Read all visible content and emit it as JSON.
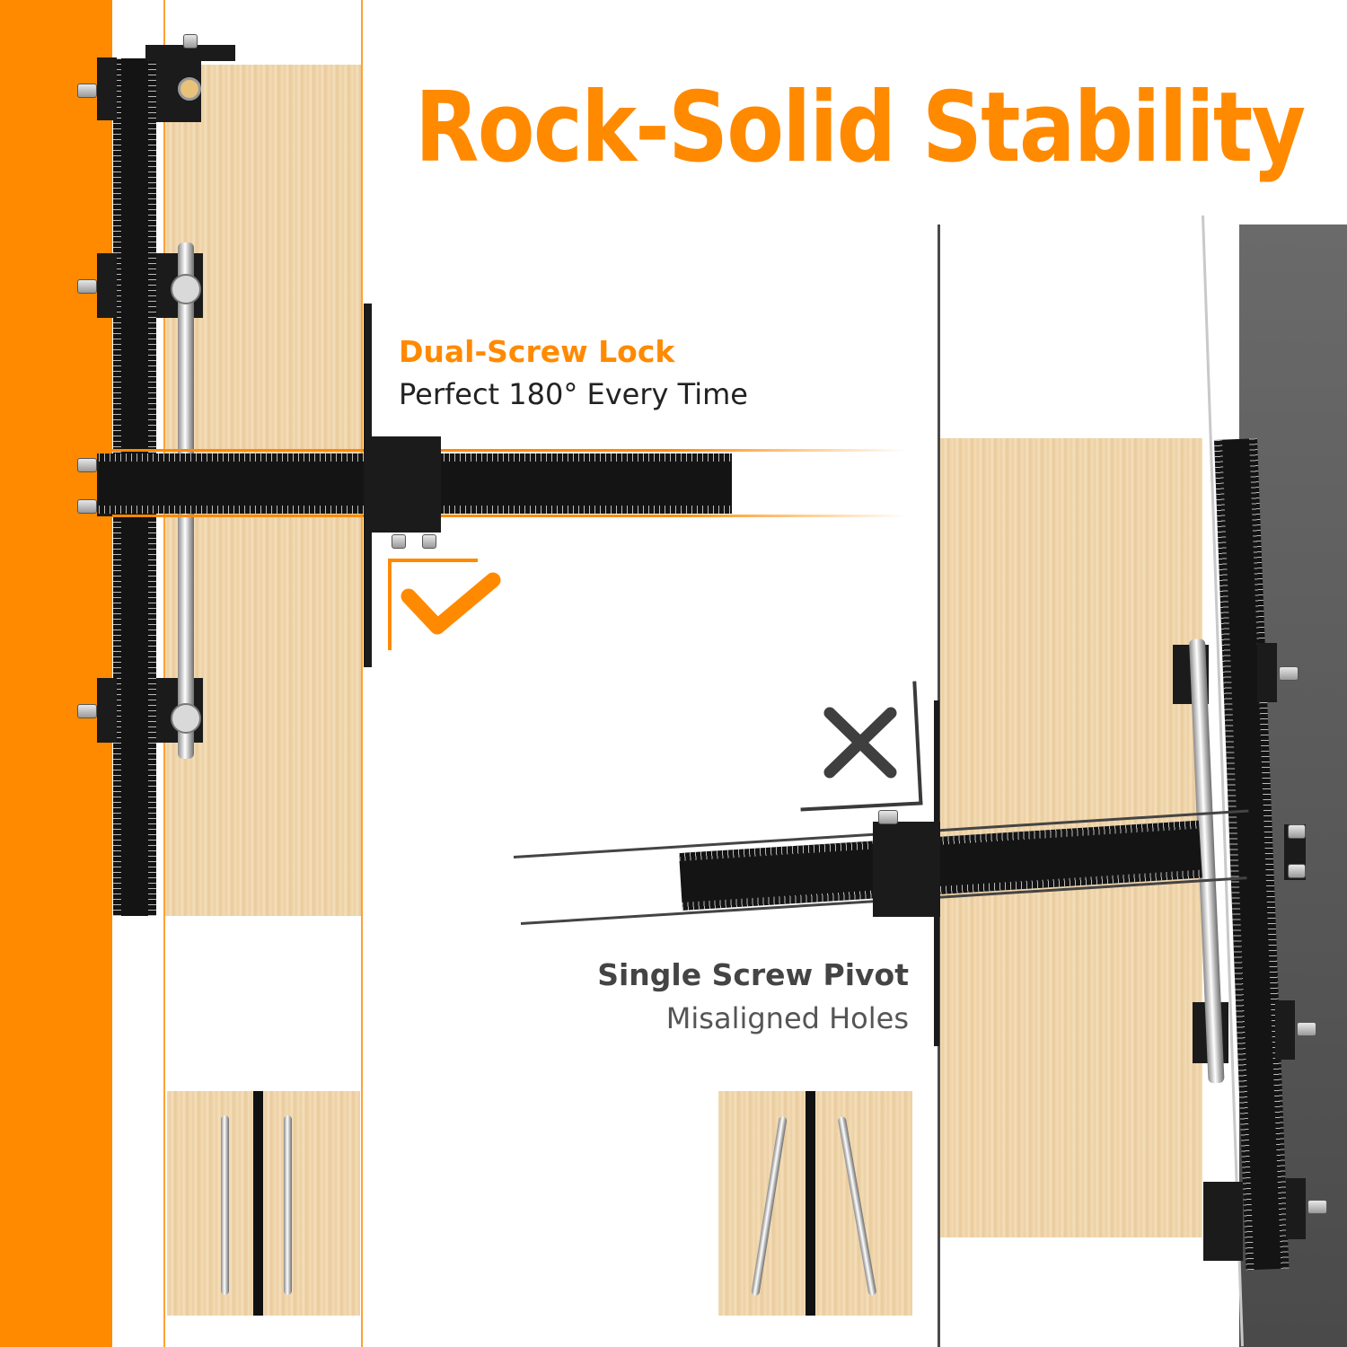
{
  "headline": "Rock-Solid Stability",
  "good_feature": {
    "title": "Dual-Screw Lock",
    "subtitle": "Perfect 180° Every Time",
    "mark": "checkmark-icon"
  },
  "bad_feature": {
    "title": "Single Screw Pivot",
    "subtitle": "Misaligned Holes",
    "mark": "cross-icon"
  },
  "colors": {
    "accent": "#ff8a00",
    "dark_text": "#333333",
    "muted_text": "#555555",
    "tool_black": "#151515",
    "wood": "#f0d5ab"
  }
}
